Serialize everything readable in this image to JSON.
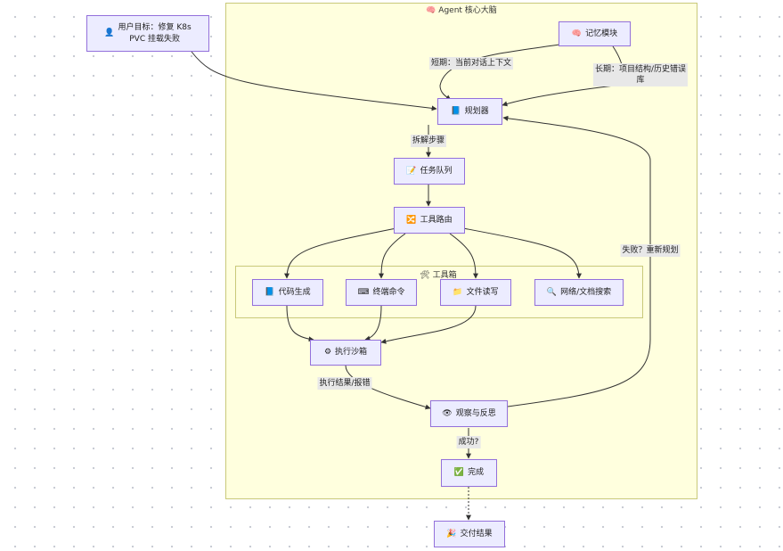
{
  "clusters": {
    "core": {
      "title": "Agent 核心大脑",
      "icon": "🧠"
    },
    "tools": {
      "title": "工具箱",
      "icon": "🛠"
    }
  },
  "nodes": {
    "user_goal": {
      "icon": "👤",
      "label": "用户目标：修复 K8s\nPVC 挂载失败"
    },
    "memory": {
      "icon": "🧠",
      "label": "记忆模块"
    },
    "planner": {
      "icon": "📘",
      "label": "规划器"
    },
    "task_queue": {
      "icon": "📝",
      "label": "任务队列"
    },
    "tool_router": {
      "icon": "🔀",
      "label": "工具路由"
    },
    "code_gen": {
      "icon": "📘",
      "label": "代码生成"
    },
    "terminal": {
      "icon": "⌨",
      "label": "终端命令"
    },
    "file_rw": {
      "icon": "📁",
      "label": "文件读写"
    },
    "web_search": {
      "icon": "🔍",
      "label": "网络/文档搜索"
    },
    "sandbox": {
      "icon": "⚙",
      "label": "执行沙箱"
    },
    "observe": {
      "icon": "👁",
      "label": "观察与反思"
    },
    "done": {
      "icon": "✅",
      "label": "完成"
    },
    "deliver": {
      "icon": "🎉",
      "label": "交付结果"
    }
  },
  "edge_labels": {
    "short_term": "短期：当前对话上下文",
    "long_term": "长期：项目结构/历史错误\n库",
    "decompose": "拆解步骤",
    "exec_result": "执行结果/报错",
    "success": "成功?",
    "fail_replan": "失败？重新规划"
  },
  "colors": {
    "node_fill": "#ececff",
    "node_border": "#9370db",
    "cluster_fill": "#ffffde",
    "edge": "#333333",
    "label_bg": "#e8e8e8"
  }
}
